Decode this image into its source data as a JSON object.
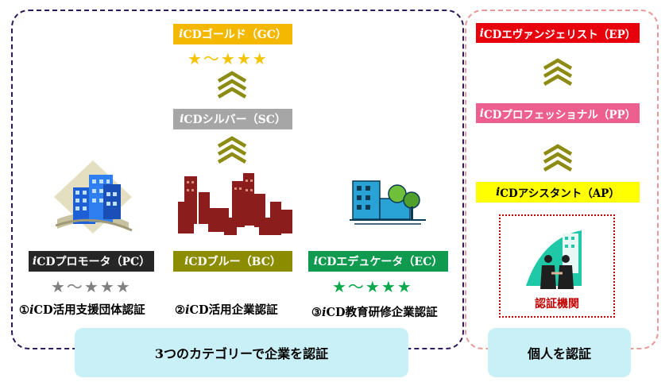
{
  "levels": {
    "gold": {
      "prefix": "i",
      "text": "CDゴールド（GC）",
      "color": "#f5b800",
      "stars": "★～★★★"
    },
    "silver": {
      "prefix": "i",
      "text": "CDシルバー（SC）",
      "color": "#a6a6a6"
    },
    "blue": {
      "prefix": "i",
      "text": "CDブルー（BC）",
      "color": "#8c8c00"
    },
    "promoter": {
      "prefix": "i",
      "text": "CDプロモータ（PC）",
      "color": "#262626",
      "stars": "★～★★★"
    },
    "educator": {
      "prefix": "i",
      "text": "CDエデュケータ（EC）",
      "color": "#0f9a4f",
      "stars": "★～★★★"
    }
  },
  "individual": {
    "ep": {
      "prefix": "i",
      "text": "CDエヴァンジェリスト（EP）",
      "color": "#e8000c"
    },
    "pp": {
      "prefix": "i",
      "text": "CDプロフェッショナル（PP）",
      "color": "#ec5f8f"
    },
    "ap": {
      "prefix": "i",
      "text": "CDアシスタント（AP）",
      "color": "#ffff00"
    },
    "body_label": "認証機関"
  },
  "captions": {
    "c1": {
      "num": "①",
      "i": "i",
      "text": "CD活用支援団体認証"
    },
    "c2": {
      "num": "②",
      "i": "i",
      "text": "CD活用企業認証"
    },
    "c3": {
      "num": "③",
      "i": "i",
      "text": "CD教育研修企業認証"
    }
  },
  "banners": {
    "corporate": "3つのカテゴリーで企業を認証",
    "individual": "個人を認証"
  },
  "colors": {
    "gold_star": "#f5c400",
    "grey_star": "#7f7f7f",
    "green_star": "#0aa84a",
    "chevron": "#8c8c14"
  }
}
